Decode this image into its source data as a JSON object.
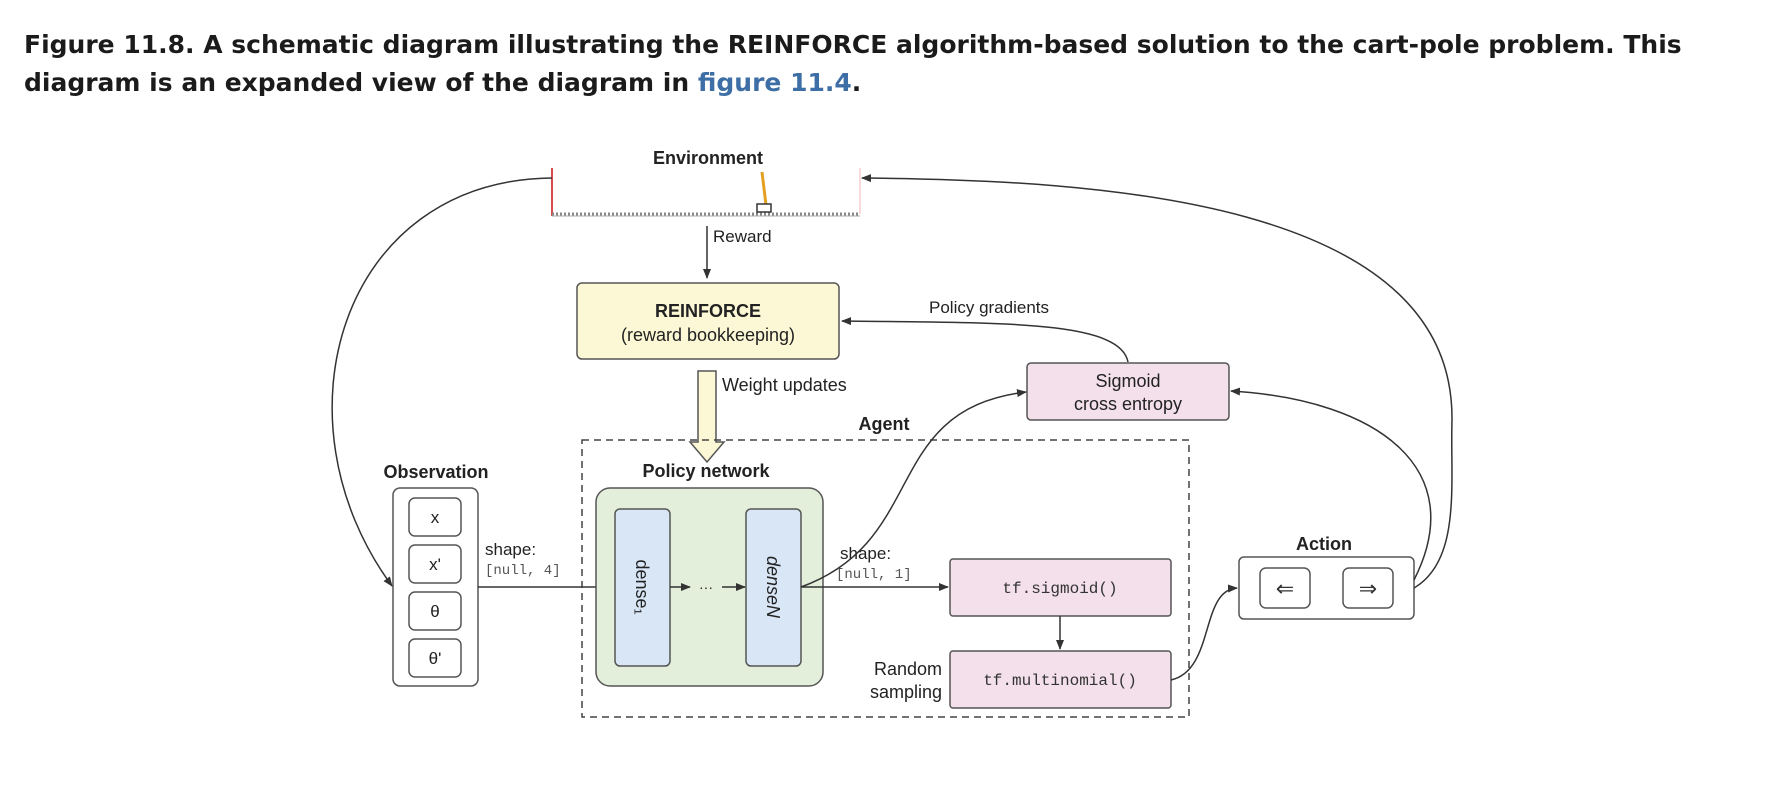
{
  "caption": {
    "text": "Figure 11.8. A schematic diagram illustrating the REINFORCE algorithm-based solution to the cart-pole problem. This diagram is an expanded view of the diagram in",
    "link": "figure 11.4",
    "end": "."
  },
  "diagram": {
    "environment": "Environment",
    "reward": "Reward",
    "reinforce_title": "REINFORCE",
    "reinforce_sub": "(reward bookkeeping)",
    "policy_gradients": "Policy gradients",
    "sigmoid_ce_1": "Sigmoid",
    "sigmoid_ce_2": "cross entropy",
    "weight_updates": "Weight updates",
    "agent": "Agent",
    "observation": "Observation",
    "obs_items": [
      "x",
      "x'",
      "θ",
      "θ'"
    ],
    "shape_label": "shape:",
    "shape_in": "[null, 4]",
    "shape_out": "[null, 1]",
    "policy_network": "Policy network",
    "dense1": "dense₁",
    "denseN": "denseN",
    "ellipsis": "···",
    "tf_sigmoid": "tf.sigmoid()",
    "tf_multinomial": "tf.multinomial()",
    "random_1": "Random",
    "random_2": "sampling",
    "action": "Action",
    "action_left": "⇐",
    "action_right": "⇒"
  }
}
